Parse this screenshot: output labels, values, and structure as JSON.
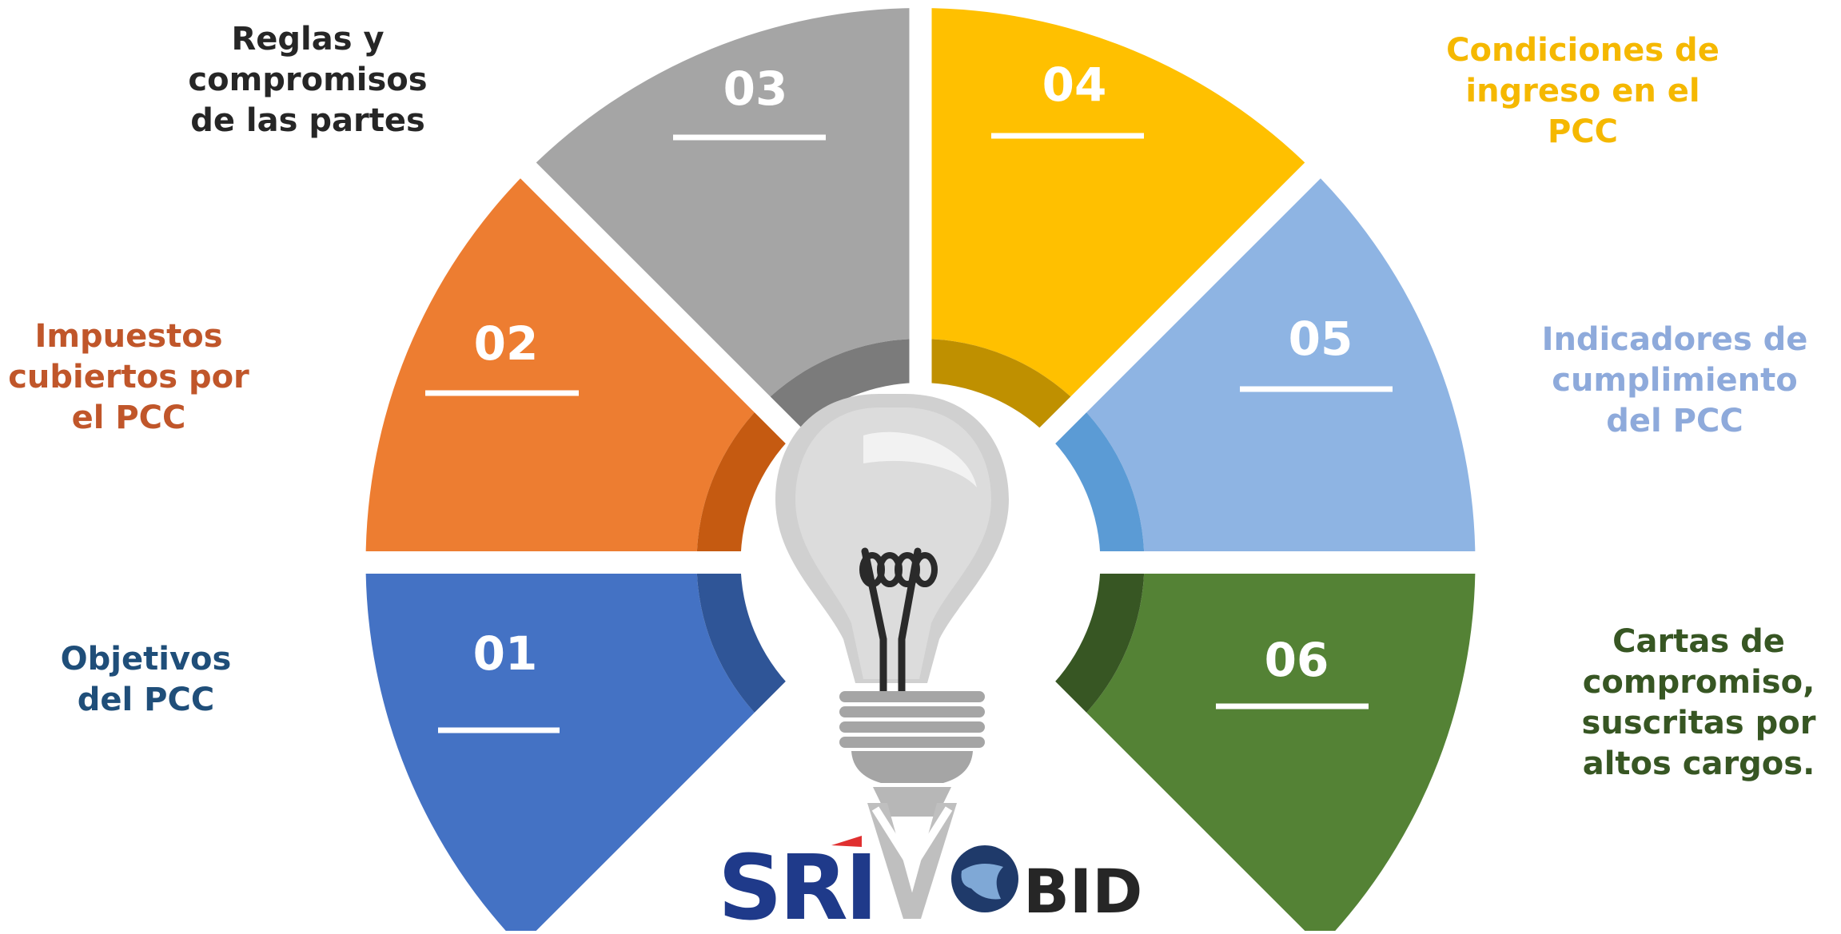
{
  "segments": [
    {
      "number": "01",
      "lines": [
        "Objetivos",
        "del PCC"
      ],
      "color": "#4472C4",
      "dark": "#2F5597",
      "text_color": "#1F4E79"
    },
    {
      "number": "02",
      "lines": [
        "Impuestos",
        "cubiertos por",
        "el PCC"
      ],
      "color": "#ED7D31",
      "dark": "#C55A11",
      "text_color": "#C0562A"
    },
    {
      "number": "03",
      "lines": [
        "Reglas y",
        "compromisos",
        "de las partes"
      ],
      "color": "#A5A5A5",
      "dark": "#7B7B7B",
      "text_color": "#262626"
    },
    {
      "number": "04",
      "lines": [
        "Condiciones de",
        "ingreso en el",
        "PCC"
      ],
      "color": "#FFC000",
      "dark": "#BF9000",
      "text_color": "#F5B800"
    },
    {
      "number": "05",
      "lines": [
        "Indicadores de",
        "cumplimiento",
        "del PCC"
      ],
      "color": "#8EB4E3",
      "dark": "#5B9BD5",
      "text_color": "#8EAADB"
    },
    {
      "number": "06",
      "lines": [
        "Cartas de",
        "compromiso,",
        "suscritas por",
        "altos cargos."
      ],
      "color": "#548235",
      "dark": "#375623",
      "text_color": "#375623"
    }
  ],
  "logos": {
    "left": "SRI",
    "right": "BID"
  },
  "icons": {
    "center": "lightbulb-icon"
  }
}
